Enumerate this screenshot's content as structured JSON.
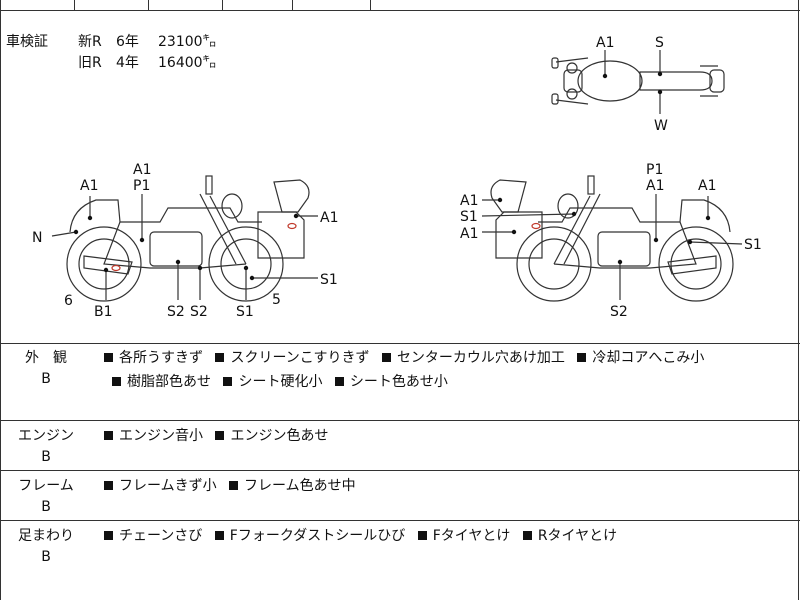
{
  "inspection": {
    "label": "車検証",
    "rows": [
      {
        "type": "新R",
        "years": "6年",
        "km": "23100㌔"
      },
      {
        "type": "旧R",
        "years": "4年",
        "km": "16400㌔"
      }
    ]
  },
  "diagram_labels": {
    "top_view": [
      "A1",
      "S",
      "W"
    ],
    "left_side": [
      "A1",
      "P1",
      "A1",
      "N",
      "A1",
      "6",
      "B1",
      "S2",
      "S2",
      "S1",
      "S1",
      "5"
    ],
    "right_side": [
      "P1",
      "A1",
      "A1",
      "A1",
      "S1",
      "A1",
      "S1",
      "S2"
    ]
  },
  "sections": [
    {
      "label": "外　観",
      "grade": "B",
      "items": [
        "各所うすきず",
        "スクリーンこすりきず",
        "センターカウル穴あけ加工",
        "冷却コアへこみ小",
        "樹脂部色あせ",
        "シート硬化小",
        "シート色あせ小"
      ]
    },
    {
      "label": "エンジン",
      "grade": "B",
      "items": [
        "エンジン音小",
        "エンジン色あせ"
      ]
    },
    {
      "label": "フレーム",
      "grade": "B",
      "items": [
        "フレームきず小",
        "フレーム色あせ中"
      ]
    },
    {
      "label": "足まわり",
      "grade": "B",
      "items": [
        "チェーンさび",
        "Fフォークダストシールひび",
        "Fタイヤとけ",
        "Rタイヤとけ"
      ]
    }
  ]
}
